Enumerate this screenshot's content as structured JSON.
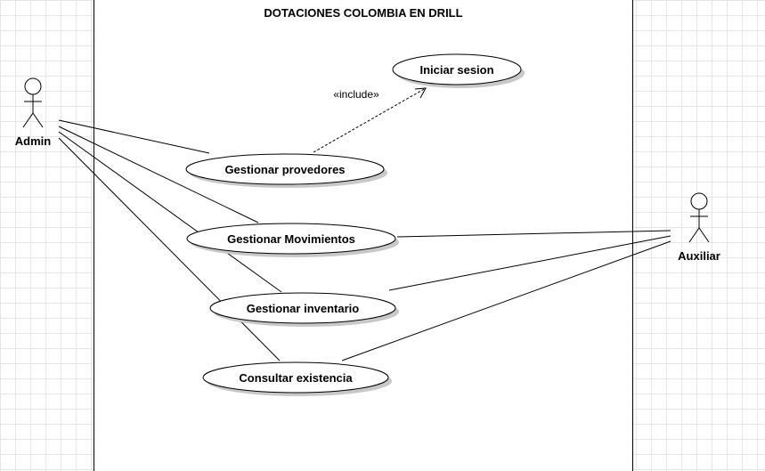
{
  "system": {
    "title": "DOTACIONES COLOMBIA EN DRILL"
  },
  "actors": {
    "admin": {
      "label": "Admin"
    },
    "auxiliar": {
      "label": "Auxiliar"
    }
  },
  "use_cases": {
    "iniciar_sesion": "Iniciar sesion",
    "gestionar_provedores": "Gestionar provedores",
    "gestionar_movimientos": "Gestionar Movimientos",
    "gestionar_inventario": "Gestionar inventario",
    "consultar_existencia": "Consultar existencia"
  },
  "relations": {
    "include_label": "«include»"
  },
  "colors": {
    "stroke": "#000000",
    "shadow": "#c8c8c8",
    "grid": "#e6e6e6",
    "background": "#ffffff"
  }
}
